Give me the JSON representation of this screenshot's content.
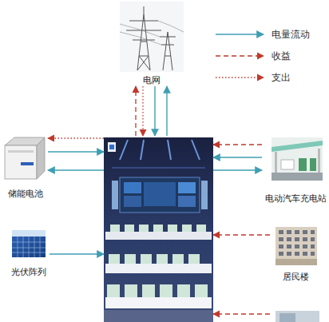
{
  "diagram": {
    "nodes": [
      {
        "text": [
          "电网"
        ]
      },
      {
        "text": [
          "储能电池"
        ]
      },
      {
        "text": []
      },
      {
        "text": [
          "电动汽车充电站"
        ]
      },
      {
        "text": [
          "光伏阵列"
        ]
      },
      {
        "text": [
          "居民楼"
        ]
      },
      {
        "text": []
      }
    ],
    "edges": [
      {
        "from": 2,
        "to": 0,
        "arrow": "to"
      },
      {
        "from": 0,
        "to": 2,
        "arrow": "to"
      },
      {
        "from": 0,
        "to": 2,
        "arrow": "to"
      },
      {
        "from": 2,
        "to": 0,
        "arrow": "to"
      },
      {
        "from": 2,
        "to": 1,
        "arrow": "to"
      },
      {
        "from": 1,
        "to": 2,
        "arrow": "to"
      },
      {
        "from": 2,
        "to": 1,
        "arrow": "to"
      },
      {
        "from": 4,
        "to": 2,
        "arrow": "to"
      },
      {
        "from": 3,
        "to": 2,
        "arrow": "to"
      },
      {
        "from": 3,
        "to": 2,
        "arrow": "to"
      },
      {
        "from": 2,
        "to": 3,
        "arrow": "to"
      },
      {
        "from": 5,
        "to": 2,
        "arrow": "to"
      },
      {
        "from": 6,
        "to": 2,
        "arrow": "to"
      }
    ],
    "legend": [
      {
        "text": "电量流动"
      },
      {
        "text": "收益"
      },
      {
        "text": "支出"
      }
    ]
  }
}
